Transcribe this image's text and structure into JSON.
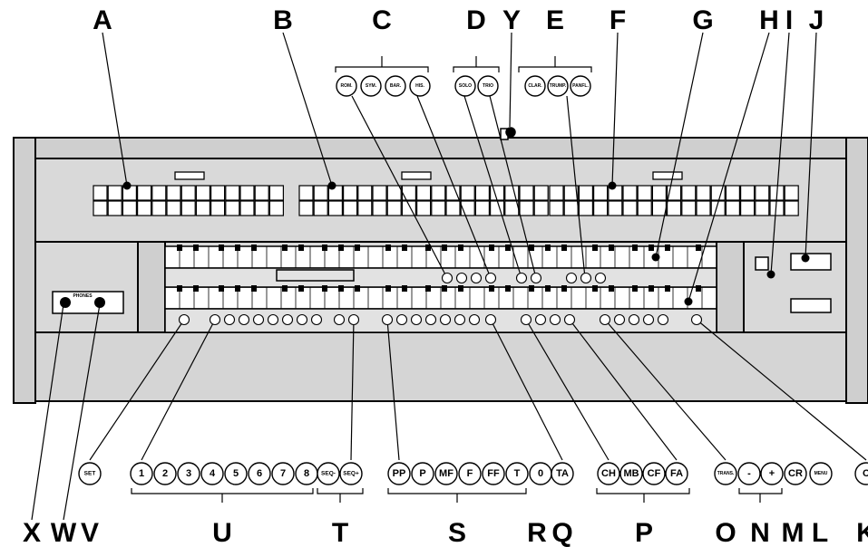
{
  "callouts": {
    "top": [
      "A",
      "B",
      "C",
      "D",
      "Y",
      "E",
      "F",
      "G",
      "H",
      "I",
      "J"
    ],
    "bottom": [
      "X",
      "W",
      "V",
      "U",
      "T",
      "S",
      "R",
      "Q",
      "P",
      "O",
      "N",
      "M",
      "L",
      "K"
    ]
  },
  "style_buttons": [
    "ROM.",
    "SYM.",
    "BAR.",
    "HIS."
  ],
  "solo_buttons": [
    "SOLO",
    "TRIO"
  ],
  "solo_voice_buttons": [
    "CLAR.",
    "TRUMP.",
    "PANFL."
  ],
  "bottom_buttons": {
    "set": "SET",
    "memory": [
      "1",
      "2",
      "3",
      "4",
      "5",
      "6",
      "7",
      "8"
    ],
    "sequencer": [
      "SEQ-",
      "SEQ+"
    ],
    "fixed": [
      "PP",
      "P",
      "MF",
      "F",
      "FF",
      "T"
    ],
    "zero": "0",
    "tutti_auto": "TA",
    "accessories": [
      "CH",
      "MB",
      "CF",
      "FA"
    ],
    "trans": "TRANS.",
    "minus": "-",
    "plus": "+",
    "cr": "CR",
    "menu": "MENU",
    "cut": "C"
  },
  "phones_labels": [
    "PHONES"
  ]
}
